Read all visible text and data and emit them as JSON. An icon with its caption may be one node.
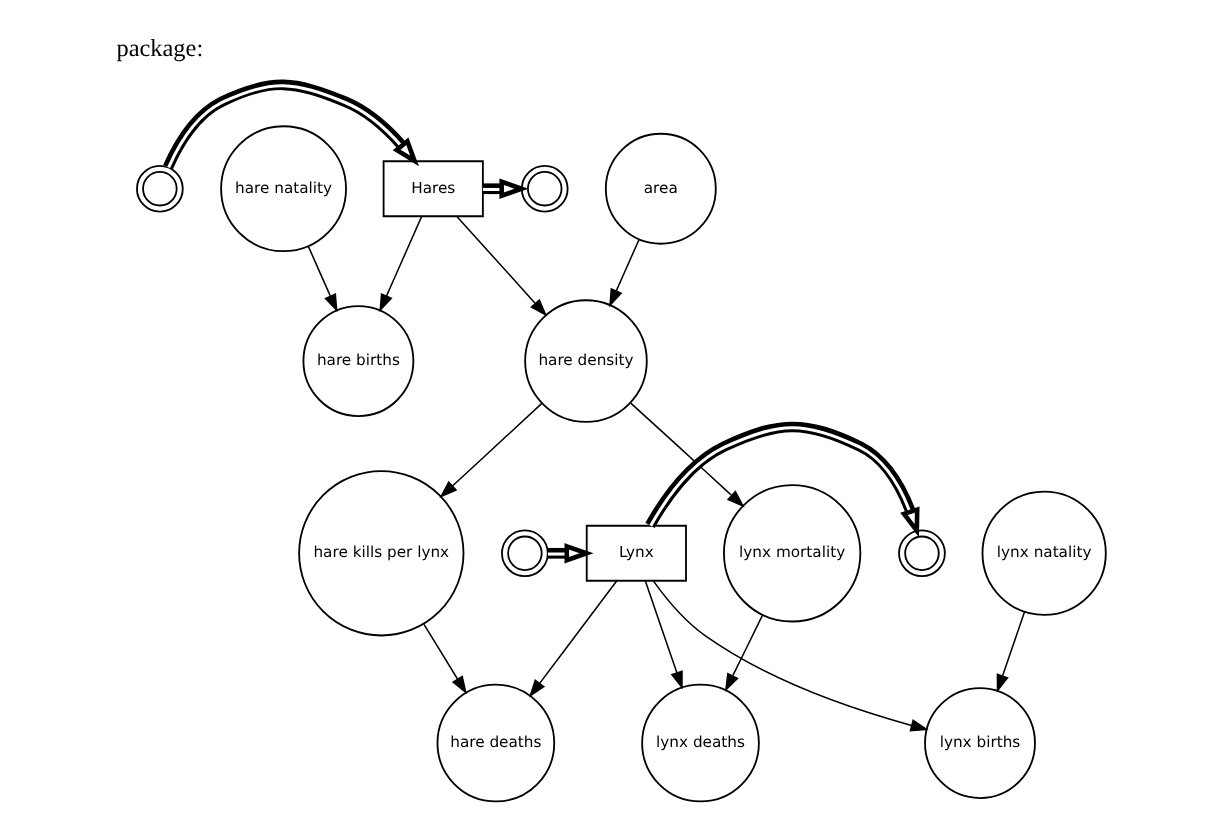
{
  "diagram": {
    "nodes": [
      {
        "text": [],
        "shape": "cloud"
      },
      {
        "text": [
          "hare births"
        ]
      },
      {
        "text": [
          "Hares"
        ]
      },
      {
        "text": [
          "hare deaths"
        ]
      },
      {
        "text": [],
        "shape": "cloud"
      },
      {
        "text": [
          "hare natality"
        ]
      },
      {
        "text": [
          "area"
        ]
      },
      {
        "text": [
          "hare density"
        ]
      },
      {
        "text": [
          "hare kills per lynx"
        ]
      },
      {
        "text": [],
        "shape": "cloud"
      },
      {
        "text": [
          "lynx deaths"
        ]
      },
      {
        "text": [
          "Lynx"
        ]
      },
      {
        "text": [
          "lynx births"
        ]
      },
      {
        "text": [],
        "shape": "cloud"
      },
      {
        "text": [
          "lynx mortality"
        ]
      },
      {
        "text": [
          "lynx natality"
        ]
      }
    ],
    "edges": [
      {
        "from": 0,
        "to": 2,
        "arrow": "to",
        "style": "thick"
      },
      {
        "from": 2,
        "to": 4,
        "arrow": "to",
        "style": "thick"
      },
      {
        "from": 11,
        "to": 9,
        "arrow": "to",
        "style": "thick"
      },
      {
        "from": 13,
        "to": 11,
        "arrow": "to",
        "style": "thick"
      },
      {
        "from": 5,
        "to": 1,
        "arrow": "to"
      },
      {
        "from": 2,
        "to": 1,
        "arrow": "to"
      },
      {
        "from": 2,
        "to": 7,
        "arrow": "to"
      },
      {
        "from": 6,
        "to": 7,
        "arrow": "to"
      },
      {
        "from": 7,
        "to": 8,
        "arrow": "to"
      },
      {
        "from": 8,
        "to": 3,
        "arrow": "to"
      },
      {
        "from": 11,
        "to": 3,
        "arrow": "to"
      },
      {
        "from": 7,
        "to": 14,
        "arrow": "to"
      },
      {
        "from": 14,
        "to": 10,
        "arrow": "to"
      },
      {
        "from": 11,
        "to": 10,
        "arrow": "to"
      },
      {
        "from": 11,
        "to": 12,
        "arrow": "to"
      },
      {
        "from": 15,
        "to": 12,
        "arrow": "to"
      }
    ],
    "labels": [
      "package:"
    ]
  }
}
